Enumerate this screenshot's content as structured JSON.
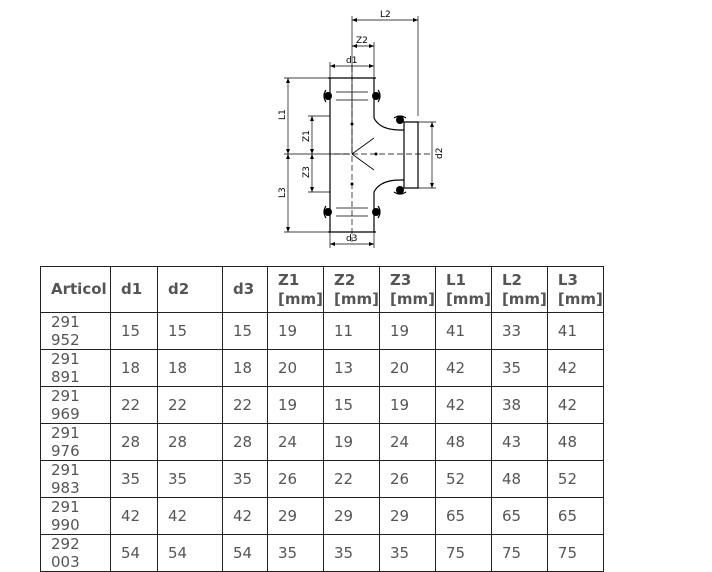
{
  "drawing": {
    "labels": {
      "l1": "L1",
      "l2": "L2",
      "l3": "L3",
      "z1": "Z1",
      "z2": "Z2",
      "z3": "Z3",
      "d1": "d1",
      "d2": "d2",
      "d3": "d3"
    }
  },
  "table": {
    "headers": [
      {
        "label": "Articol",
        "unit": ""
      },
      {
        "label": "d1",
        "unit": ""
      },
      {
        "label": "d2",
        "unit": ""
      },
      {
        "label": "d3",
        "unit": ""
      },
      {
        "label": "Z1",
        "unit": "[mm]"
      },
      {
        "label": "Z2",
        "unit": "[mm]"
      },
      {
        "label": "Z3",
        "unit": "[mm]"
      },
      {
        "label": "L1",
        "unit": "[mm]"
      },
      {
        "label": "L2",
        "unit": "[mm]"
      },
      {
        "label": "L3",
        "unit": "[mm]"
      }
    ],
    "rows": [
      [
        "291 952",
        "15",
        "15",
        "15",
        "19",
        "11",
        "19",
        "41",
        "33",
        "41"
      ],
      [
        "291 891",
        "18",
        "18",
        "18",
        "20",
        "13",
        "20",
        "42",
        "35",
        "42"
      ],
      [
        "291 969",
        "22",
        "22",
        "22",
        "19",
        "15",
        "19",
        "42",
        "38",
        "42"
      ],
      [
        "291 976",
        "28",
        "28",
        "28",
        "24",
        "19",
        "24",
        "48",
        "43",
        "48"
      ],
      [
        "291 983",
        "35",
        "35",
        "35",
        "26",
        "22",
        "26",
        "52",
        "48",
        "52"
      ],
      [
        "291 990",
        "42",
        "42",
        "42",
        "29",
        "29",
        "29",
        "65",
        "65",
        "65"
      ],
      [
        "292 003",
        "54",
        "54",
        "54",
        "35",
        "35",
        "35",
        "75",
        "75",
        "75"
      ]
    ]
  }
}
